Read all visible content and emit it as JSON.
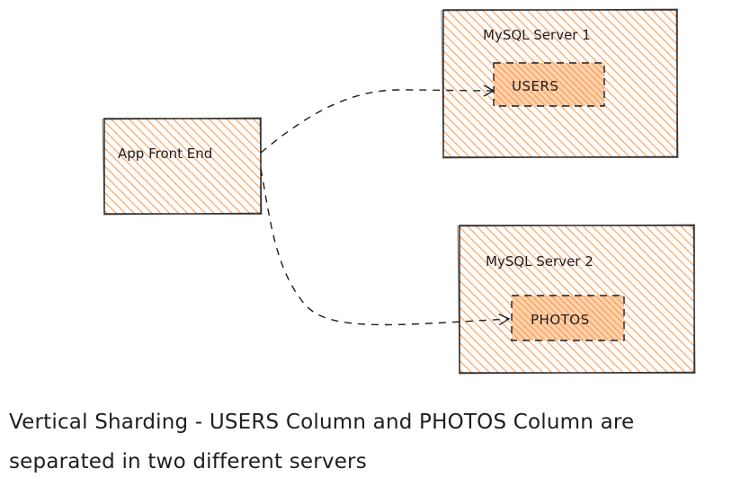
{
  "diagram": {
    "colors": {
      "fill": "#ffc9a1",
      "hatch": "#ff8e3c",
      "stroke": "#1e1e1e",
      "background": "#ffffff"
    },
    "nodes": {
      "app": {
        "label": "App Front End"
      },
      "server1": {
        "label": "MySQL Server 1"
      },
      "server2": {
        "label": "MySQL Server 2"
      },
      "users_table": {
        "label": "USERS"
      },
      "photos_table": {
        "label": "PHOTOS"
      }
    },
    "edges": [
      {
        "from": "App Front End",
        "to": "USERS"
      },
      {
        "from": "App Front End",
        "to": "PHOTOS"
      }
    ]
  },
  "caption": {
    "line1": "Vertical Sharding - USERS Column and PHOTOS Column are",
    "line2": "separated in two different servers"
  }
}
